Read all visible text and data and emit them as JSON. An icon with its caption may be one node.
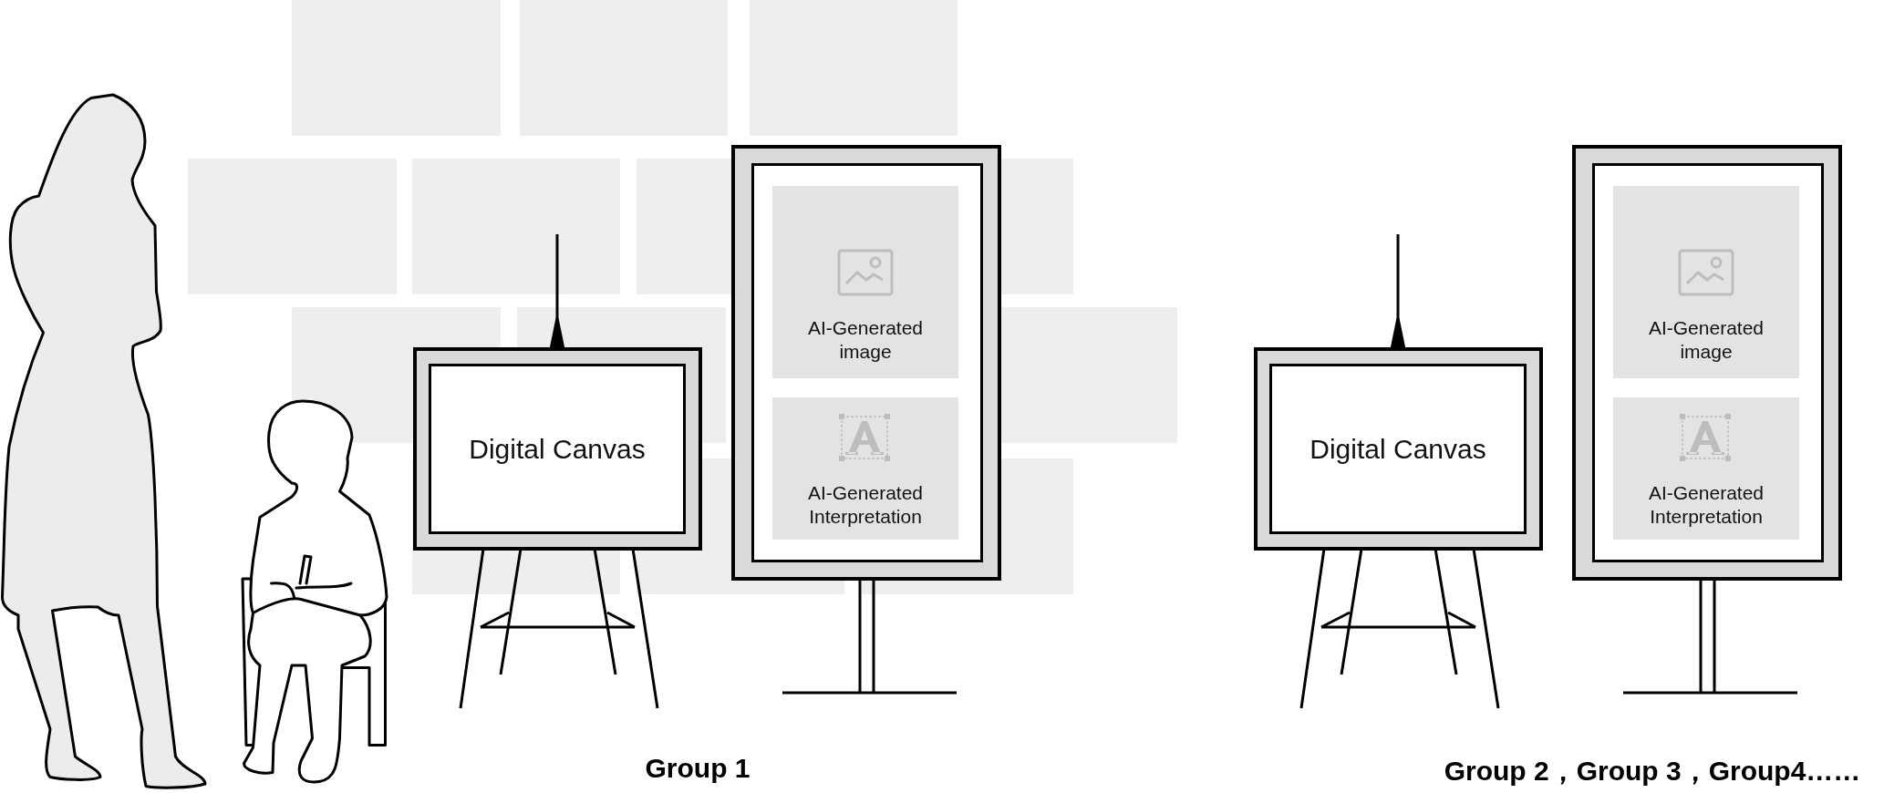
{
  "diagram": {
    "nodes": [
      {
        "text": [
          "Digital Canvas"
        ]
      },
      {
        "text": [],
        "shape": "box"
      },
      {
        "text": [
          "AI-Generated image"
        ],
        "in": 1
      },
      {
        "text": [
          "AI-Generated Interpretation"
        ],
        "in": 1
      },
      {
        "text": [
          "Digital Canvas"
        ]
      },
      {
        "text": [],
        "shape": "box"
      },
      {
        "text": [
          "AI-Generated image"
        ],
        "in": 5
      },
      {
        "text": [
          "AI-Generated Interpretation"
        ],
        "in": 5
      }
    ],
    "labels": [
      "Group 1",
      "Group 2，Group 3，Group4……"
    ]
  }
}
